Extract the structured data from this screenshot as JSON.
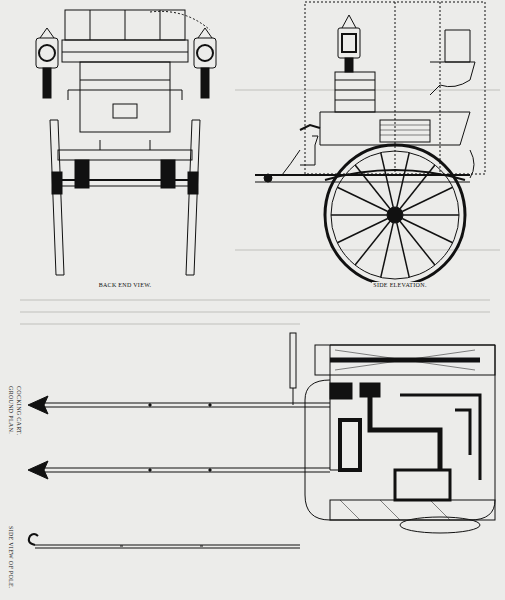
{
  "diagram": {
    "labels": [
      "BACK END VIEW.",
      "SIDE ELEVATION.",
      "COCKING CART.",
      "GROUND PLAN.",
      "SIDE VIEW OF POLE."
    ]
  }
}
